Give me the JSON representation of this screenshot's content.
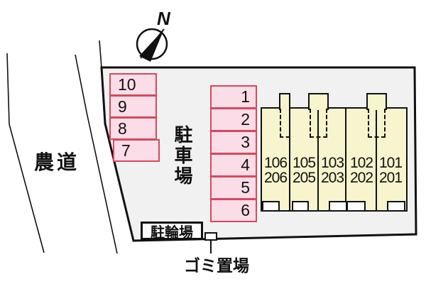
{
  "legend": {
    "compass_north": "N",
    "farm_road": "農道",
    "parking_lot": "駐車場",
    "bicycle_parking": "駐輪場",
    "garbage_area": "ゴミ置場"
  },
  "parking_spaces": {
    "left_column": [
      "10",
      "9",
      "8",
      "7"
    ],
    "right_column": [
      "1",
      "2",
      "3",
      "4",
      "5",
      "6"
    ]
  },
  "building": {
    "units": [
      {
        "line1": "106",
        "line2": "206"
      },
      {
        "line1": "105",
        "line2": "205"
      },
      {
        "line1": "103",
        "line2": "203"
      },
      {
        "line1": "102",
        "line2": "202"
      },
      {
        "line1": "101",
        "line2": "201"
      }
    ]
  },
  "colors": {
    "lot_fill": "#f1f1f1",
    "space_fill": "#fbdde7",
    "space_border": "#d5495f",
    "building_fill": "#f8f4cd",
    "outline": "#111111"
  }
}
